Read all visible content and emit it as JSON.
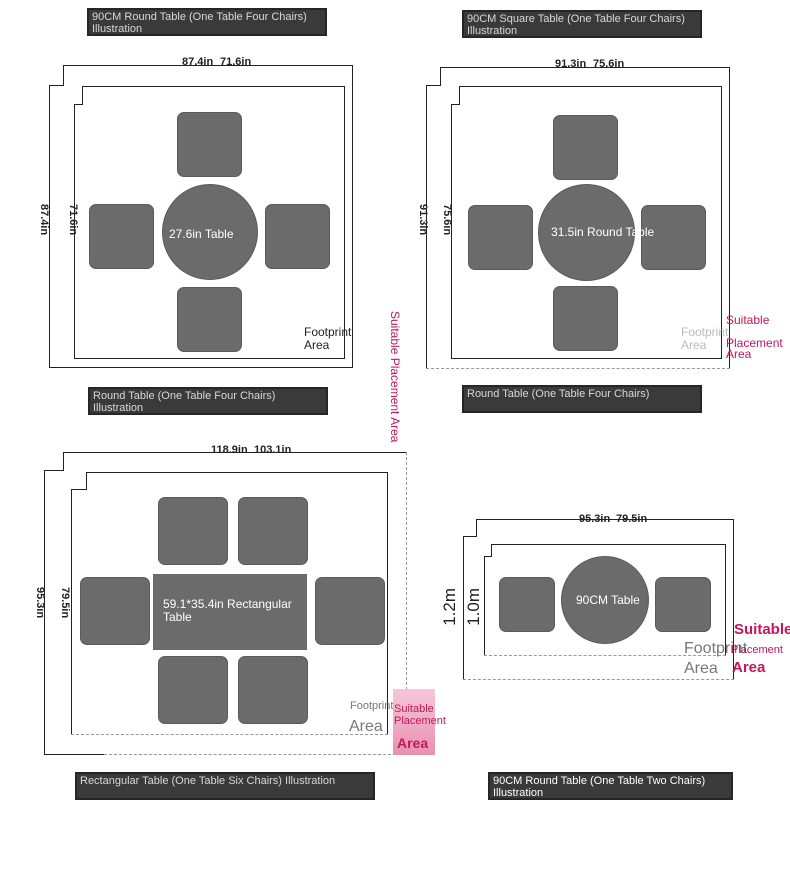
{
  "captions": {
    "top_left": "90CM Round Table (One Table Four Chairs) Illustration",
    "top_right": "90CM Square Table (One Table Four Chairs) Illustration",
    "mid_left": "Round Table (One Table Four Chairs) Illustration",
    "mid_right": "Round Table (One Table Four Chairs)",
    "bottom_left": "Rectangular Table (One Table Six Chairs) Illustration",
    "bottom_right": "90CM Round Table (One Table Two Chairs) Illustration"
  },
  "diagrams": {
    "d1": {
      "outer_width": "87.4in",
      "inner_width": "71.6in",
      "outer_height": "87.4in",
      "inner_height": "71.6in",
      "table_label": "27.6in Table",
      "footprint_label": "Footprint Area"
    },
    "d2": {
      "outer_width": "91.3in",
      "inner_width": "75.6in",
      "outer_height": "91.3in",
      "inner_height": "75.6in",
      "table_label": "31.5in Round Table",
      "footprint_label": "Footprint Area",
      "suitable_label_1": "Suitable",
      "suitable_label_2": "Placement Area"
    },
    "d3": {
      "outer_width": "118.9in",
      "inner_width": "103.1in",
      "outer_height": "95.3in",
      "inner_height": "79.5in",
      "table_label": "59.1*35.4in Rectangular Table",
      "footprint_label_1": "Footprint",
      "footprint_label_2": "Area",
      "suitable_vertical": "Suitable Placement Area",
      "suitable_label_1": "Suitable Placement",
      "suitable_label_2": "Area"
    },
    "d4": {
      "outer_width": "95.3in",
      "inner_width": "79.5in",
      "outer_height": "1.2m",
      "inner_height": "1.0m",
      "table_label": "90CM Table",
      "footprint_label_1": "Footprint",
      "footprint_label_2": "Area",
      "suitable_label_1": "Suitable",
      "suitable_label_2": "Placement",
      "suitable_label_3": "Area"
    }
  },
  "colors": {
    "furniture": "#6b6b6b",
    "caption_bg": "#3a3a3a",
    "accent": "#c2185b"
  }
}
